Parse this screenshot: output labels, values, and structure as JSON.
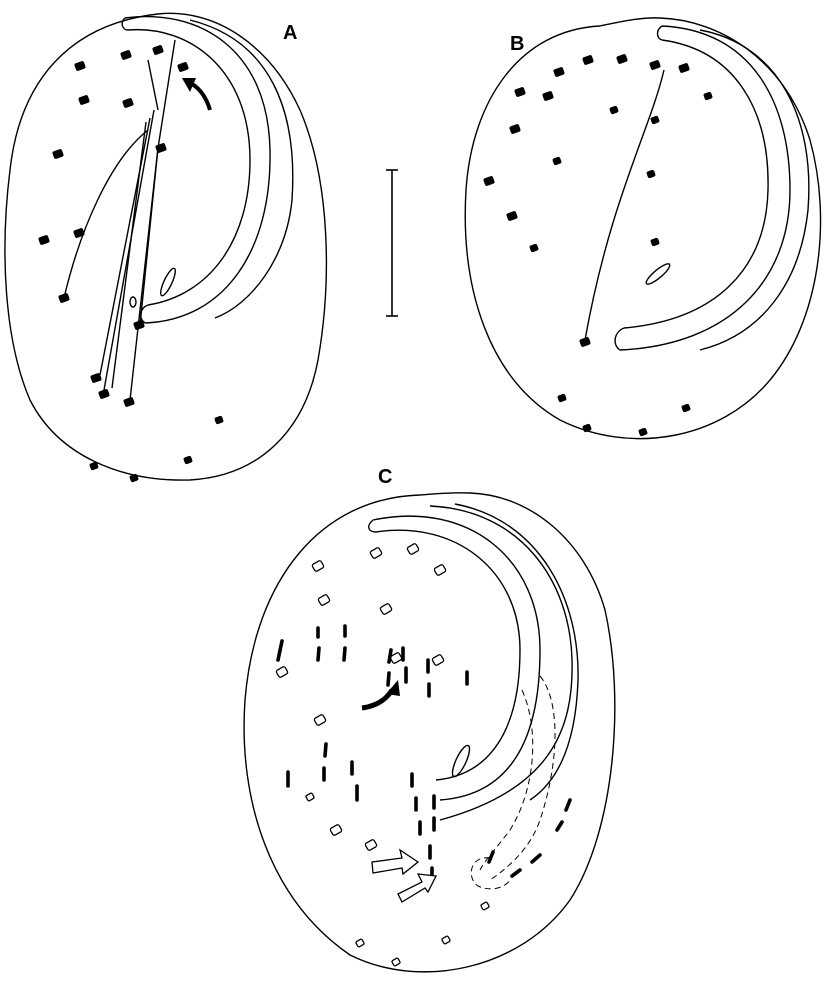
{
  "figure": {
    "panels": [
      {
        "id": "A",
        "label": "A"
      },
      {
        "id": "B",
        "label": "B"
      },
      {
        "id": "C",
        "label": "C"
      }
    ],
    "ink_color": "#000000",
    "paper_color": "#ffffff"
  }
}
